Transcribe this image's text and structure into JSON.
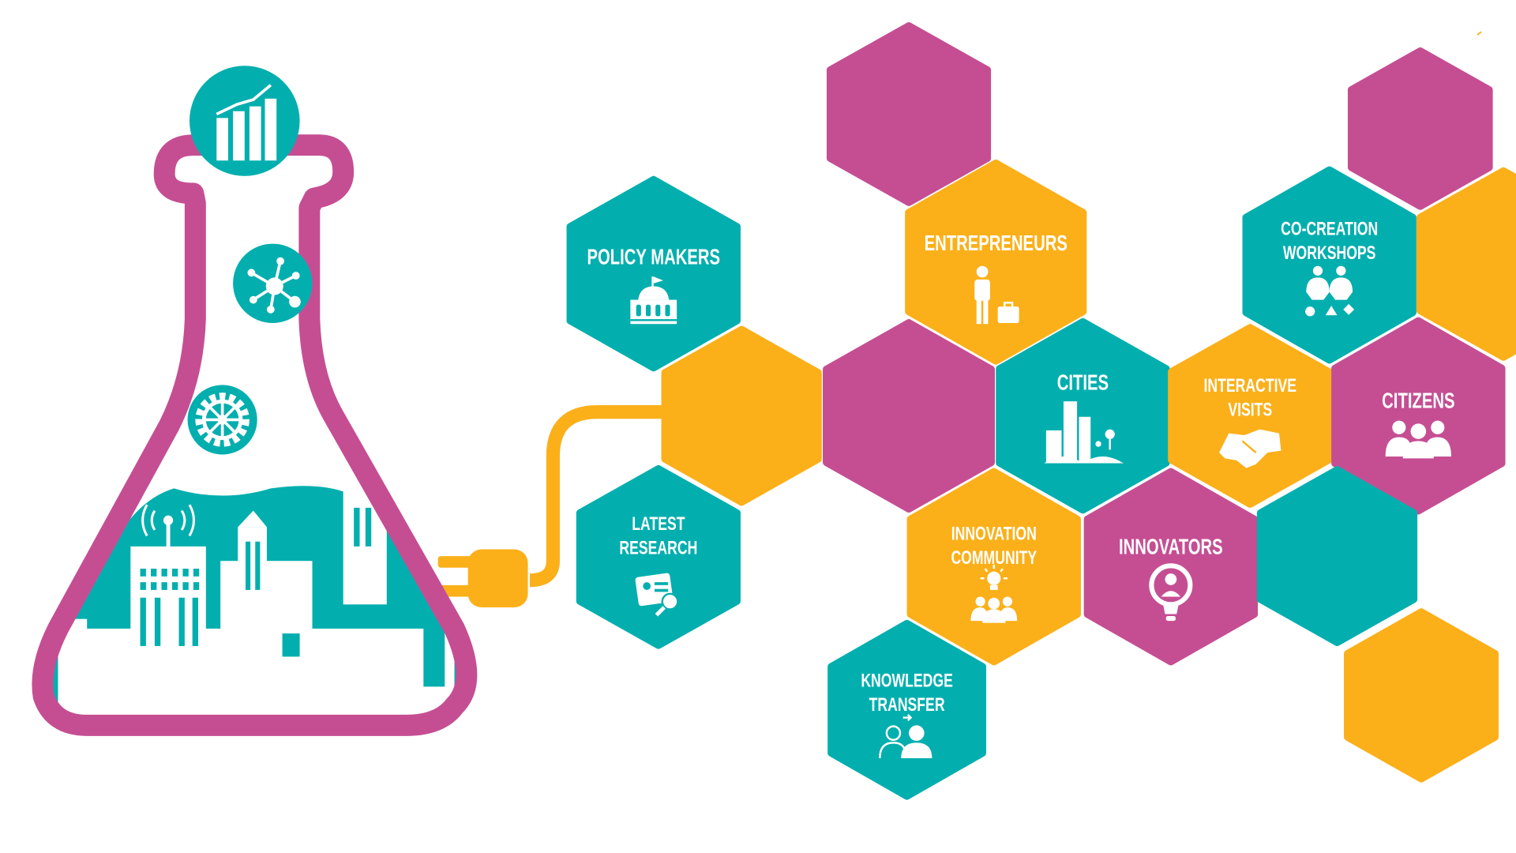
{
  "colors": {
    "teal": "#03AFAE",
    "magenta": "#C54E93",
    "orange": "#FBB01A",
    "white": "#FFFFFF"
  },
  "flask": {
    "icons": [
      "bar-chart-icon",
      "network-icon",
      "gear-icon",
      "city-skyline-icon"
    ]
  },
  "tiles": [
    {
      "lines": [],
      "color": "magenta",
      "icon": ""
    },
    {
      "lines": [
        "POLICY MAKERS"
      ],
      "color": "teal",
      "icon": "capitol-icon"
    },
    {
      "lines": [],
      "color": "orange",
      "icon": ""
    },
    {
      "lines": [
        "LATEST",
        "RESEARCH"
      ],
      "color": "teal",
      "icon": "research-icon"
    },
    {
      "lines": [
        "ENTREPRENEURS"
      ],
      "color": "orange",
      "icon": "businessman-icon"
    },
    {
      "lines": [],
      "color": "magenta",
      "icon": ""
    },
    {
      "lines": [
        "CITIES"
      ],
      "color": "teal",
      "icon": "buildings-icon"
    },
    {
      "lines": [
        "INNOVATION",
        "COMMUNITY"
      ],
      "color": "orange",
      "icon": "community-icon"
    },
    {
      "lines": [
        "KNOWLEDGE",
        "TRANSFER"
      ],
      "color": "teal",
      "icon": "knowledge-transfer-icon"
    },
    {
      "lines": [
        "INTERACTIVE",
        "VISITS"
      ],
      "color": "orange",
      "icon": "handshake-icon"
    },
    {
      "lines": [
        "INNOVATORS"
      ],
      "color": "magenta",
      "icon": "lightbulb-icon"
    },
    {
      "lines": [
        "CO-CREATION",
        "WORKSHOPS"
      ],
      "color": "teal",
      "icon": "co-creation-icon"
    },
    {
      "lines": [],
      "color": "magenta",
      "icon": ""
    },
    {
      "lines": [],
      "color": "orange",
      "icon": ""
    },
    {
      "lines": [
        "CITIZENS"
      ],
      "color": "magenta",
      "icon": "people-group-icon"
    },
    {
      "lines": [],
      "color": "teal",
      "icon": ""
    },
    {
      "lines": [],
      "color": "orange",
      "icon": ""
    }
  ]
}
